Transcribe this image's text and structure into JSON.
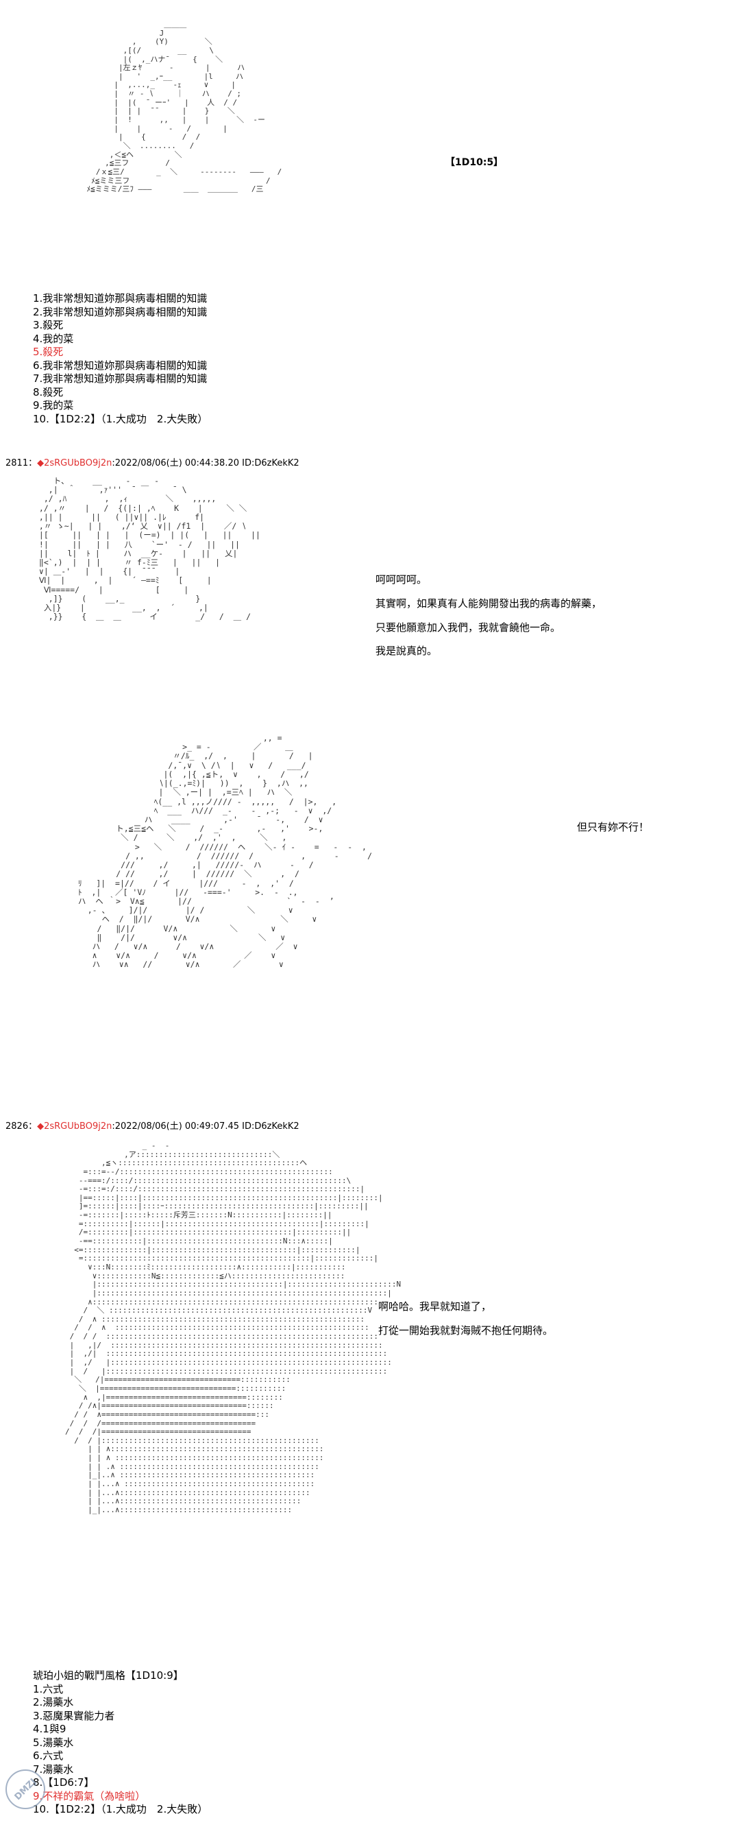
{
  "panel1": {
    "roll_tag": "【1D10:5】",
    "art": "                  ＿＿＿\n                 J\n           ,    (Y)        ＼\n         ,[(/        __     \\\n         |(  ,_ハナ¯     {    ＼\n        |左ｚﾔ      -       |      ハ\n        |   '  _,ｰ__       |l     ハ\n       |  ,...,_    ‐ｪ     ∨     |\n       |  〃 ‐ ∖     ｜    ハ    / ;\n       |  |(  ¯ ーｰ'   |    人  / /\n       |  | |  ¯¯     |    }    ＼\n       |  !      ,,   |    |      ＼  ‐ー\n       |    |      ‐   /       |\n        |    {        /  /\n         ＼  ........   /\n      ,＜≦ヘ         ＼\n     ,≦三フ        /\n   /ｘ≦三/       _  ＼     ‐-------   ―――   /\n  ﾒ≦ミミ三フ                              /\n ﾒ≦ミミミ/三ﾌ ―――       ＿＿  ＿＿＿＿   /三"
  },
  "list1": [
    {
      "text": "1.我非常想知道妳那與病毒相關的知識",
      "red": false
    },
    {
      "text": "2.我非常想知道妳那與病毒相關的知識",
      "red": false
    },
    {
      "text": "3.殺死",
      "red": false
    },
    {
      "text": "4.我的菜",
      "red": false
    },
    {
      "text": "5.殺死",
      "red": true
    },
    {
      "text": "6.我非常想知道妳那與病毒相關的知識",
      "red": false
    },
    {
      "text": "7.我非常想知道妳那與病毒相關的知識",
      "red": false
    },
    {
      "text": "8.殺死",
      "red": false
    },
    {
      "text": "9.我的菜",
      "red": false
    },
    {
      "text": "10.【1D2:2】（1.大成功　2.大失敗）",
      "red": false
    }
  ],
  "post1": {
    "number": "2811",
    "trip": "◆2sRGUbBO9j2n",
    "datetime": ":2022/08/06(土) 00:44:38.20 ID:D6zKekK2"
  },
  "panel2": {
    "art": "    ト、     __     ‐     ‐\n   ,|  ＾     ,ｧ'''  ¯ ￣     ¯ \\\n  ,/ ,ﾊ        ,  ,ｨ        ＼    ,,,,,\n ,/ ,〃    |   /  {(|:| ,ﾍ    K    |     ＼ ＼\n ,|| |      ||   ( ||∨|| .|ﾚ      f|\n ,〃 ゝ~|   | |    ,/‘ 乂  ∨|| /f1  |    ／/ ∖\n |[     ||   | |   |  (ー=)  | |(   |   ||    ||\n !|     ||   | |   八    `ー'  ‐ /   ||   ||\n ||    l|  ﾄ |     ハ  __ケ‐    |   ||   乂|\n ‖<`,)  |  | |     〃 f‐ﾐ三   |   ||   |\n ∨| ＿‐'   |  |    {|  ¯¯¯    | \n Ⅵ|  |      ,  |    ´ ―==ﾐ    [     |\n  Ⅵ=====/    |           [     |\n   ,]}    (    __,_               }\n  入|}    |          __,  ,  ´     ,|\n   ,}}    {  ＿  ＿      イ        _/   /  ＿ /"
  },
  "dialog2": {
    "lines": [
      "呵呵呵呵。",
      "其實啊，如果真有人能夠開發出我的病毒的解藥，",
      "只要他願意加入我們，我就會饒他一命。",
      "我是說真的。"
    ]
  },
  "panel3": {
    "art": "                                         ,, =\n                        >_ = -         ／     ＿\n                      〃/ﾙ_  ,/  ,     |       /   |\n                     /,¯,∨  \\ /∖  |   ∨   /   ___/\n                    |(  ,|{ ,≦ト,  ∨    ,    /   ,/\n                   ∖|(_.,=ﾐ)|   ))  ,    }  ,ハ  ,,\n                   |  ＼ ,ー| |  ,=三ﾍ |   ハ  ＼\n                  ﾍ(__ ,l ,,,ノ//// ‐  ,,,,,   /  |>,   ,\n                  ﾍ  ___  ハ///  _-    ‐  ,‐;   ‐  ∨  ,/\n                ハ    ____       ,‐'    ¯   ‐,    /  ∨\n          ト,≦三≦ヘ   ＼     /  _-       ,‐   ,'    >‐,\n           ＼ /      ＼    ,/  ,'  ,     ＼   ,\n              >   ＼     /  //////  ヘ    ＼‐ ｲ ‐    =   ‐  ‐  ,\n            / ,,           /  //////  /          ,      ‐      /\n           ///     ,/     ,|   /////‐  ハ      ‐   /\n          / //     ,/     |  //////  ＼      ,  /\n  ﾘ   ]|  =|//    / イ      |///     ‐  ,  ,'  /\n  ﾄ  ,|   ／[ 'Vﾉ      |//   ‐===‐'     >.  ‐  .,\n  ハ  ヘ ｀>  V∧≦       |//                    `  ‐  ‐  ’\n    ,‐ 、    ]/|/        |/ /         ＼       ∨\n       ヘ  /  ‖/|/       V/∧                 ＼     ∨\n      /   ‖/|/      V/∧           ＼       ∨\n      ‖    /|/        ∨/∧               ＼   ∨\n     ハ   /   ∨/∧      /    ∨/∧             ／  ∨\n     ∧    ∨/∧     /     ∨/∧          ／    ∨\n     ハ    ∨∧   //       ∨/∧       ／        ∨"
  },
  "dialog3": {
    "line": "但只有妳不行！"
  },
  "post2": {
    "number": "2826",
    "trip": "◆2sRGUbBO9j2n",
    "datetime": ":2022/08/06(土) 00:49:07.45 ID:D6zKekK2"
  },
  "panel4": {
    "art": "                 _ ‐  ‐\n             ,ア::::::::::::::::::::::::::::::＼\n        ,≦ヽ::::::::::::::::::::::::::::::::::::::::ヘ\n    =:::=--/:::::::::::::::::::::::::::::::::::::::::::::::\n   --===:/::::/:::::::::::::::::::::::::::::::::::::::::::::::\\\n   -=:::=:/::::/:::::::::::::::::::::::::::::::::::::::::::::::::|\n   |==:::::|::::|:::::::::::::::::::::::::::::::::::::::::::|::::::::|\n   ]=::::::|::::|::::ｰ:::::::::::::::::::::::::::::::::|:::::::::||\n   -=:::::::|:::::ﾄ:::::斥芳三:::::::N:::::::::::|::::::::||\n   =::::::::::|::::::|::::::::::::::::::::::::::::::::::|:::::::::|\n   /=:::::::::|:::::::::::::::::::::::::::::::::::|::::::::::||\n   ‐==:::::::::::|::::::::::::::::::::::::::::::N:::∧:::::|\n  <=::::::::::::::|::::::::::::::::::::::::::::::::|::::::::::::|\n   =::::::::::::::::::::::::::::::::::::::::::::::::::|:::::::::::::|\n     ∨:::N::::::::ﾐ:::::::::::::::::::∧:::::::::::|:::::::::::\n      ∨::::::::::::N≦:::::::::::::≦ハ:::::::::::::::::::::::::\n      |:::::::::::::::::::::::::::::::::::::::::|::::::::::::::::::::::::N\n      |::::::::::::::::::::::::::::::::::::::::::::::::::::::::::::::::|\n     ∧:::::::::::::::::::::::::::::::::::::::::::::::::::::::::::::::\n    /  ＼ :::::::::::::::::::::::::::::::::::::::::::::::::::::::::V\n   /  ∧ ::::::::::::::::::::::::::::::::::::::::::::::::::::::::::\n  /  /  ∧  ::::::::::::::::::::::::::::::::::::::::::::::::::::::::\n /  / /  ::::::::::::::::::::::::::::::::::::::::::::::::::::::::::::\n |   ,|/  ::::::::::::::::::::::::::::::::::::::::::::::::::::::::::::\n |  ,/|  ::::::::::::::::::::::::::::::::::::::::::::::::::::::::::::::\n |  ,/   |::::::::::::::::::::::::::::::::::::::::::::::::::::::::::::::\n |  /   |::::::::::::::::::::::::::::::::::::::::::::::::::::::::::::::\n  ＼   /|==============================:::::::::::\n   ＼  |==============================:::::::::::\n    ∧  ,|===============================::::::::\n   / /∧|================================::::::\n  / /  ∧==================================:::\n /  /  /==================================\n/  /  /|=================================\n  /  / |::::::::::::::::::::::::::::::::::::::::::::::::\n     | | ∧:::::::::::::::::::::::::::::::::::::::::::::::\n     | | ∧ ::::::::::::::::::::::::::::::::::::::::::::::\n     | | .∧ ::::::::::::::::::::::::::::::::::::::::::::\n     |_|..∧ :::::::::::::::::::::::::::::::::::::::::::\n     | |...∧ ::::::::::::::::::::::::::::::::::::::::::\n     | |...∧::::::::::::::::::::::::::::::::::::::::::\n     | |...∧::::::::::::::::::::::::::::::::::::::::\n     |_|...∧::::::::::::::::::::::::::::::::::::::"
  },
  "dialog4": {
    "lines": [
      "啊哈哈。我早就知道了，",
      "打從一開始我就對海賊不抱任何期待。"
    ]
  },
  "list2": {
    "title": "琥珀小姐的戰鬥風格【1D10:9】",
    "items": [
      {
        "text": "1.六式",
        "red": false
      },
      {
        "text": "2.湯藥水",
        "red": false
      },
      {
        "text": "3.惡魔果實能力者",
        "red": false
      },
      {
        "text": "4.1與9",
        "red": false
      },
      {
        "text": "5.湯藥水",
        "red": false
      },
      {
        "text": "6.六式",
        "red": false
      },
      {
        "text": "7.湯藥水",
        "red": false
      },
      {
        "text": "8.【1D6:7】",
        "red": false
      },
      {
        "text": "9.不祥的霸氣（為啥啦）",
        "red": true
      },
      {
        "text": "10.【1D2:2】（1.大成功　2.大失敗）",
        "red": false
      }
    ]
  },
  "watermark": {
    "text": "DMZJ"
  }
}
